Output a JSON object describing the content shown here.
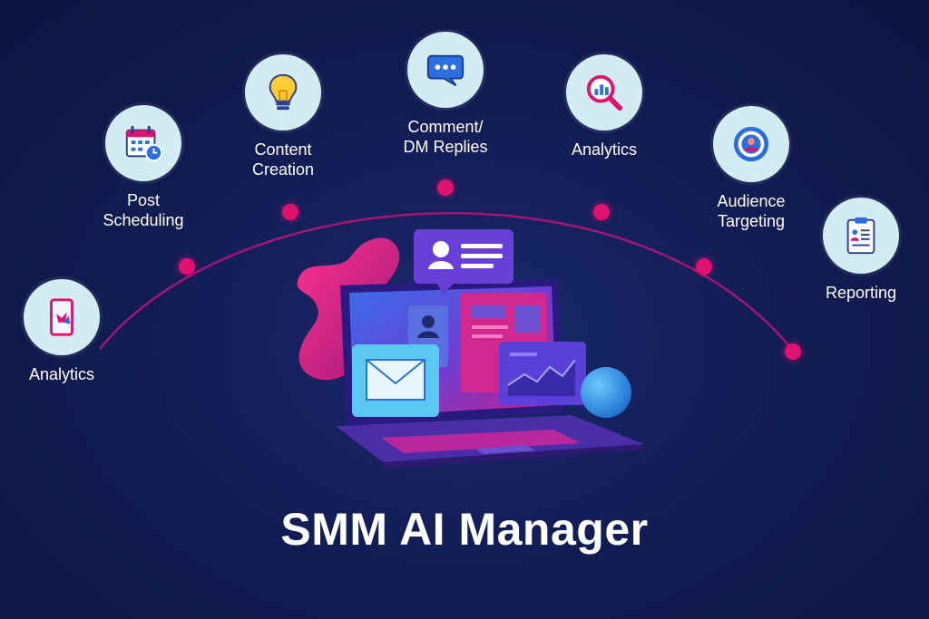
{
  "title": "SMM AI Manager",
  "features": [
    {
      "label": "Analytics",
      "icon": "tablet-heart-icon"
    },
    {
      "label": "Post\nScheduling",
      "icon": "calendar-clock-icon"
    },
    {
      "label": "Content\nCreation",
      "icon": "lightbulb-icon"
    },
    {
      "label": "Comment/\nDM Replies",
      "icon": "chat-bubble-icon"
    },
    {
      "label": "Analytics",
      "icon": "magnifier-chart-icon"
    },
    {
      "label": "Audience\nTargeting",
      "icon": "target-user-icon"
    },
    {
      "label": "Reporting",
      "icon": "clipboard-report-icon"
    }
  ],
  "colors": {
    "background": "#121d55",
    "accent": "#e0116f",
    "icon_circle": "#d2ecf2",
    "text": "#ffffff"
  }
}
